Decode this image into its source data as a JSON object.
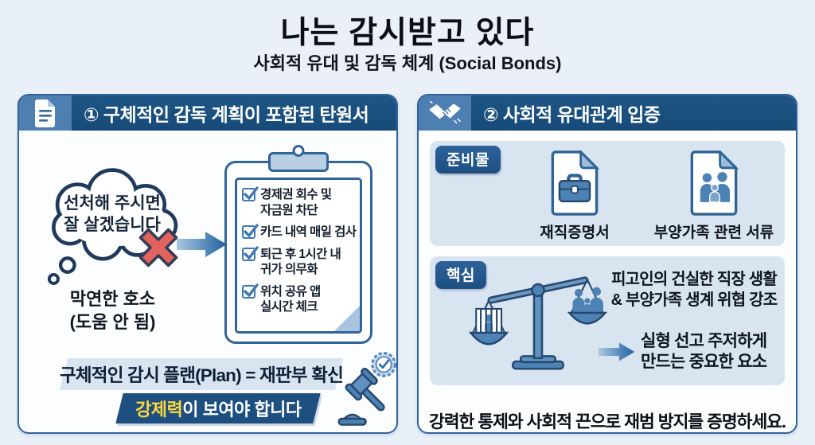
{
  "colors": {
    "page_bg": "#e9f0f8",
    "header_bg": "#1d5687",
    "header_icon_bg": "#4d7fb2",
    "panel_border": "#31659a",
    "section_bg": "#d9e4f1",
    "tag_bg": "#2d639a",
    "banner_bg": "#1d4f80",
    "highlight_yellow": "#ffd83d",
    "x_red": "#e2625e",
    "icon_blue": "#4d82b5",
    "icon_outline": "#27486e"
  },
  "title": {
    "main": "나는 감시받고 있다",
    "subtitle": "사회적 유대 및 감독 체계 (Social Bonds)"
  },
  "left": {
    "header": "① 구체적인 감독 계획이 포함된 탄원서",
    "bubble": {
      "line1": "선처해 주시면",
      "line2": "잘 살겠습니다"
    },
    "caption": {
      "line1": "막연한 호소",
      "line2": "(도움 안 됨)"
    },
    "checklist": [
      {
        "line1": "경제권 회수 및",
        "line2": "자금원 차단"
      },
      {
        "line1": "카드 내역 매일 검사",
        "line2": ""
      },
      {
        "line1": "퇴근 후 1시간 내",
        "line2": "귀가 의무화"
      },
      {
        "line1": "위치 공유 앱",
        "line2": "실시간 체크"
      }
    ],
    "plan_note": "구체적인 감시 플랜(Plan) = 재판부 확신",
    "banner": {
      "highlight": "강제력",
      "rest": "이 보여야 합니다"
    }
  },
  "right": {
    "header": "② 사회적 유대관계 입증",
    "prep": {
      "tag": "준비물",
      "docs": [
        {
          "label": "재직증명서"
        },
        {
          "label": "부양가족 관련 서류"
        }
      ]
    },
    "core": {
      "tag": "핵심",
      "line1": "피고인의 건실한 직장 생활",
      "line2": "& 부양가족 생계 위협 강조",
      "concl1": "실형 선고 주저하게",
      "concl2": "만드는 중요한 요소"
    },
    "bottom_note": "강력한 통제와 사회적 끈으로 재범 방지를 증명하세요."
  }
}
